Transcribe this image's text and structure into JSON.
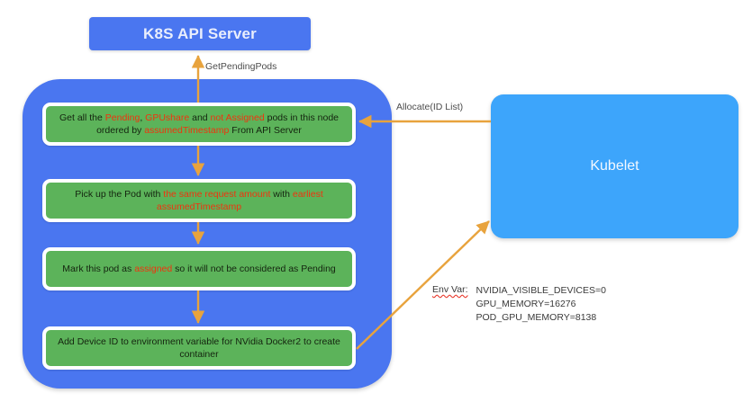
{
  "diagram": {
    "title": "GPU Share Scheduler Extender flow",
    "colors": {
      "node_container": "#4a76f0",
      "api_server": "#4a76f0",
      "kubelet": "#3da5fb",
      "step_box": "#5cb35a",
      "step_border": "#ffffff",
      "arrow": "#e8a33d",
      "highlight_text": "#f0330e",
      "body_text": "#14240f",
      "background": "#ffffff"
    }
  },
  "api_server": {
    "label": "K8S API Server"
  },
  "kubelet": {
    "label": "Kubelet"
  },
  "edges": {
    "get_pending_pods": "GetPendingPods",
    "allocate": "Allocate(ID List)"
  },
  "steps": [
    {
      "name": "get-pending-pods",
      "segments": [
        {
          "text": "Get all the ",
          "highlight": false
        },
        {
          "text": "Pending",
          "highlight": true
        },
        {
          "text": ", ",
          "highlight": false
        },
        {
          "text": "GPUshare",
          "highlight": true
        },
        {
          "text": " and ",
          "highlight": false
        },
        {
          "text": "not Assigned",
          "highlight": true
        },
        {
          "text": " pods in this node ordered by ",
          "highlight": false
        },
        {
          "text": "assumedTimestamp",
          "highlight": true
        },
        {
          "text": " From API Server",
          "highlight": false
        }
      ]
    },
    {
      "name": "pick-pod",
      "segments": [
        {
          "text": "Pick up the Pod with ",
          "highlight": false
        },
        {
          "text": "the same request amount",
          "highlight": true
        },
        {
          "text": " with ",
          "highlight": false
        },
        {
          "text": "earliest assumedTimestamp",
          "highlight": true
        }
      ]
    },
    {
      "name": "mark-assigned",
      "segments": [
        {
          "text": "Mark this pod as ",
          "highlight": false
        },
        {
          "text": "assigned",
          "highlight": true
        },
        {
          "text": " so it will not be  considered as Pending",
          "highlight": false
        }
      ]
    },
    {
      "name": "add-device-id",
      "segments": [
        {
          "text": "Add Device ID to environment variable for NVidia Docker2 to create container",
          "highlight": false
        }
      ]
    }
  ],
  "env_var": {
    "label": "Env Var:",
    "values": [
      "NVIDIA_VISIBLE_DEVICES=0",
      "GPU_MEMORY=16276",
      "POD_GPU_MEMORY=8138"
    ]
  }
}
